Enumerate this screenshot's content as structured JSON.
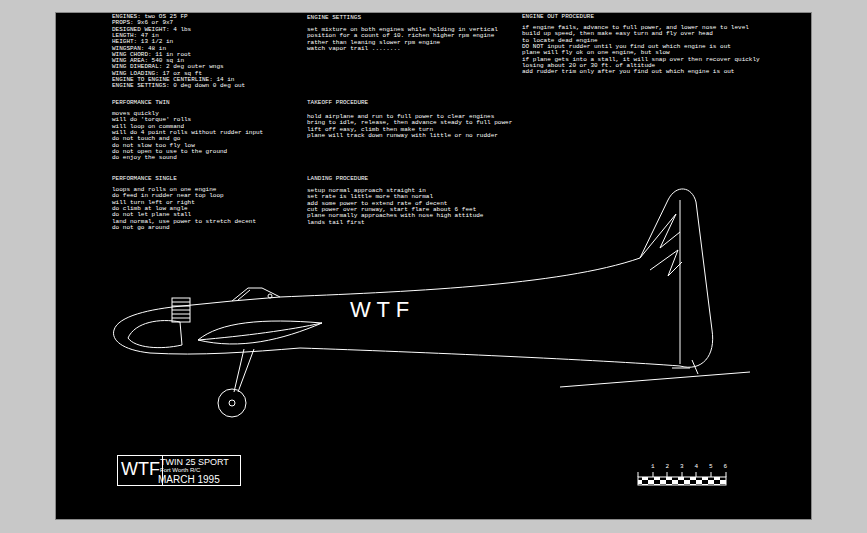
{
  "diagram": {
    "nodes": [
      {
        "text": [
          "TWIN 25 SPORT",
          "Fort Worth R/C",
          "MARCH 1995"
        ]
      },
      {
        "text": [
          "WTF"
        ],
        "in": 0
      }
    ],
    "labels": [
      "ENGINES:   two OS 25 FP",
      "PROPS:   9x6 or 9x7",
      "DESIGNED WEIGHT:   4 lbs",
      "LENGTH:   47 in",
      "HEIGHT:   13 1/2 in",
      "WINGSPAN:   48 in",
      "WING CHORD:   11 in  root",
      "WING AREA:   540 sq in",
      "WING DIHEDRAL:   2 deg  outer wngs",
      "WING LOADING:   17 oz sq ft",
      "ENGINE TO ENGINE CENTERLINE:   14 in",
      "ENGINE SETTINGS:   0 deg down   0 deg  out",
      "PERFORMANCE TWIN",
      "moves quickly",
      "will do 'torque' rolls",
      "will loop on command",
      "will do 4 point rolls without rudder input",
      "do not touch and go",
      "do not slow too fly low",
      "do not open to use to the ground",
      "do enjoy the sound",
      "PERFORMANCE SINGLE",
      "loops and rolls on one engine",
      "do feed in rudder near top loop",
      "will turn left or right",
      "do climb at low angle",
      "do not let plane stall",
      "land normal, use power to stretch decent",
      "do not go around",
      "ENGINE SETTINGS",
      "set mixture on both engines while holding in vertical",
      "position for a count of 10. richen higher rpm engine",
      "rather than leaning slower rpm engine",
      "watch vapor trail ........",
      "TAKEOFF PROCEDURE",
      "hold airplane and run to full power to clear engines",
      "bring to idle, release, then advance steady to full power",
      "lift off easy, climb then make turn",
      "plane will track down runway with little or no rudder",
      "LANDING PROCEDURE",
      "setup normal approach straight in",
      "set rate is little more than normal",
      "add some power to extend rate of decent",
      "cut power over runway, start flare about 6 feet",
      "plane normally approaches with nose high attitude",
      "lands tail first",
      "ENGINE OUT PROCEDURE",
      "if engine fails, advance to full power, and lower nose to level",
      "build up speed, then make easy turn and fly over head",
      "to locate dead engine",
      "DO NOT input rudder until you find out which engine is out",
      "plane will fly ok on one engine, but slow",
      "if plane gets into a stall, it will snap over then recover quickly",
      "losing about 20 or 30 ft. of altitude",
      "add rudder trim only after you find out which engine is out",
      "W T F",
      "1",
      "2",
      "3",
      "4",
      "5",
      "6"
    ]
  }
}
